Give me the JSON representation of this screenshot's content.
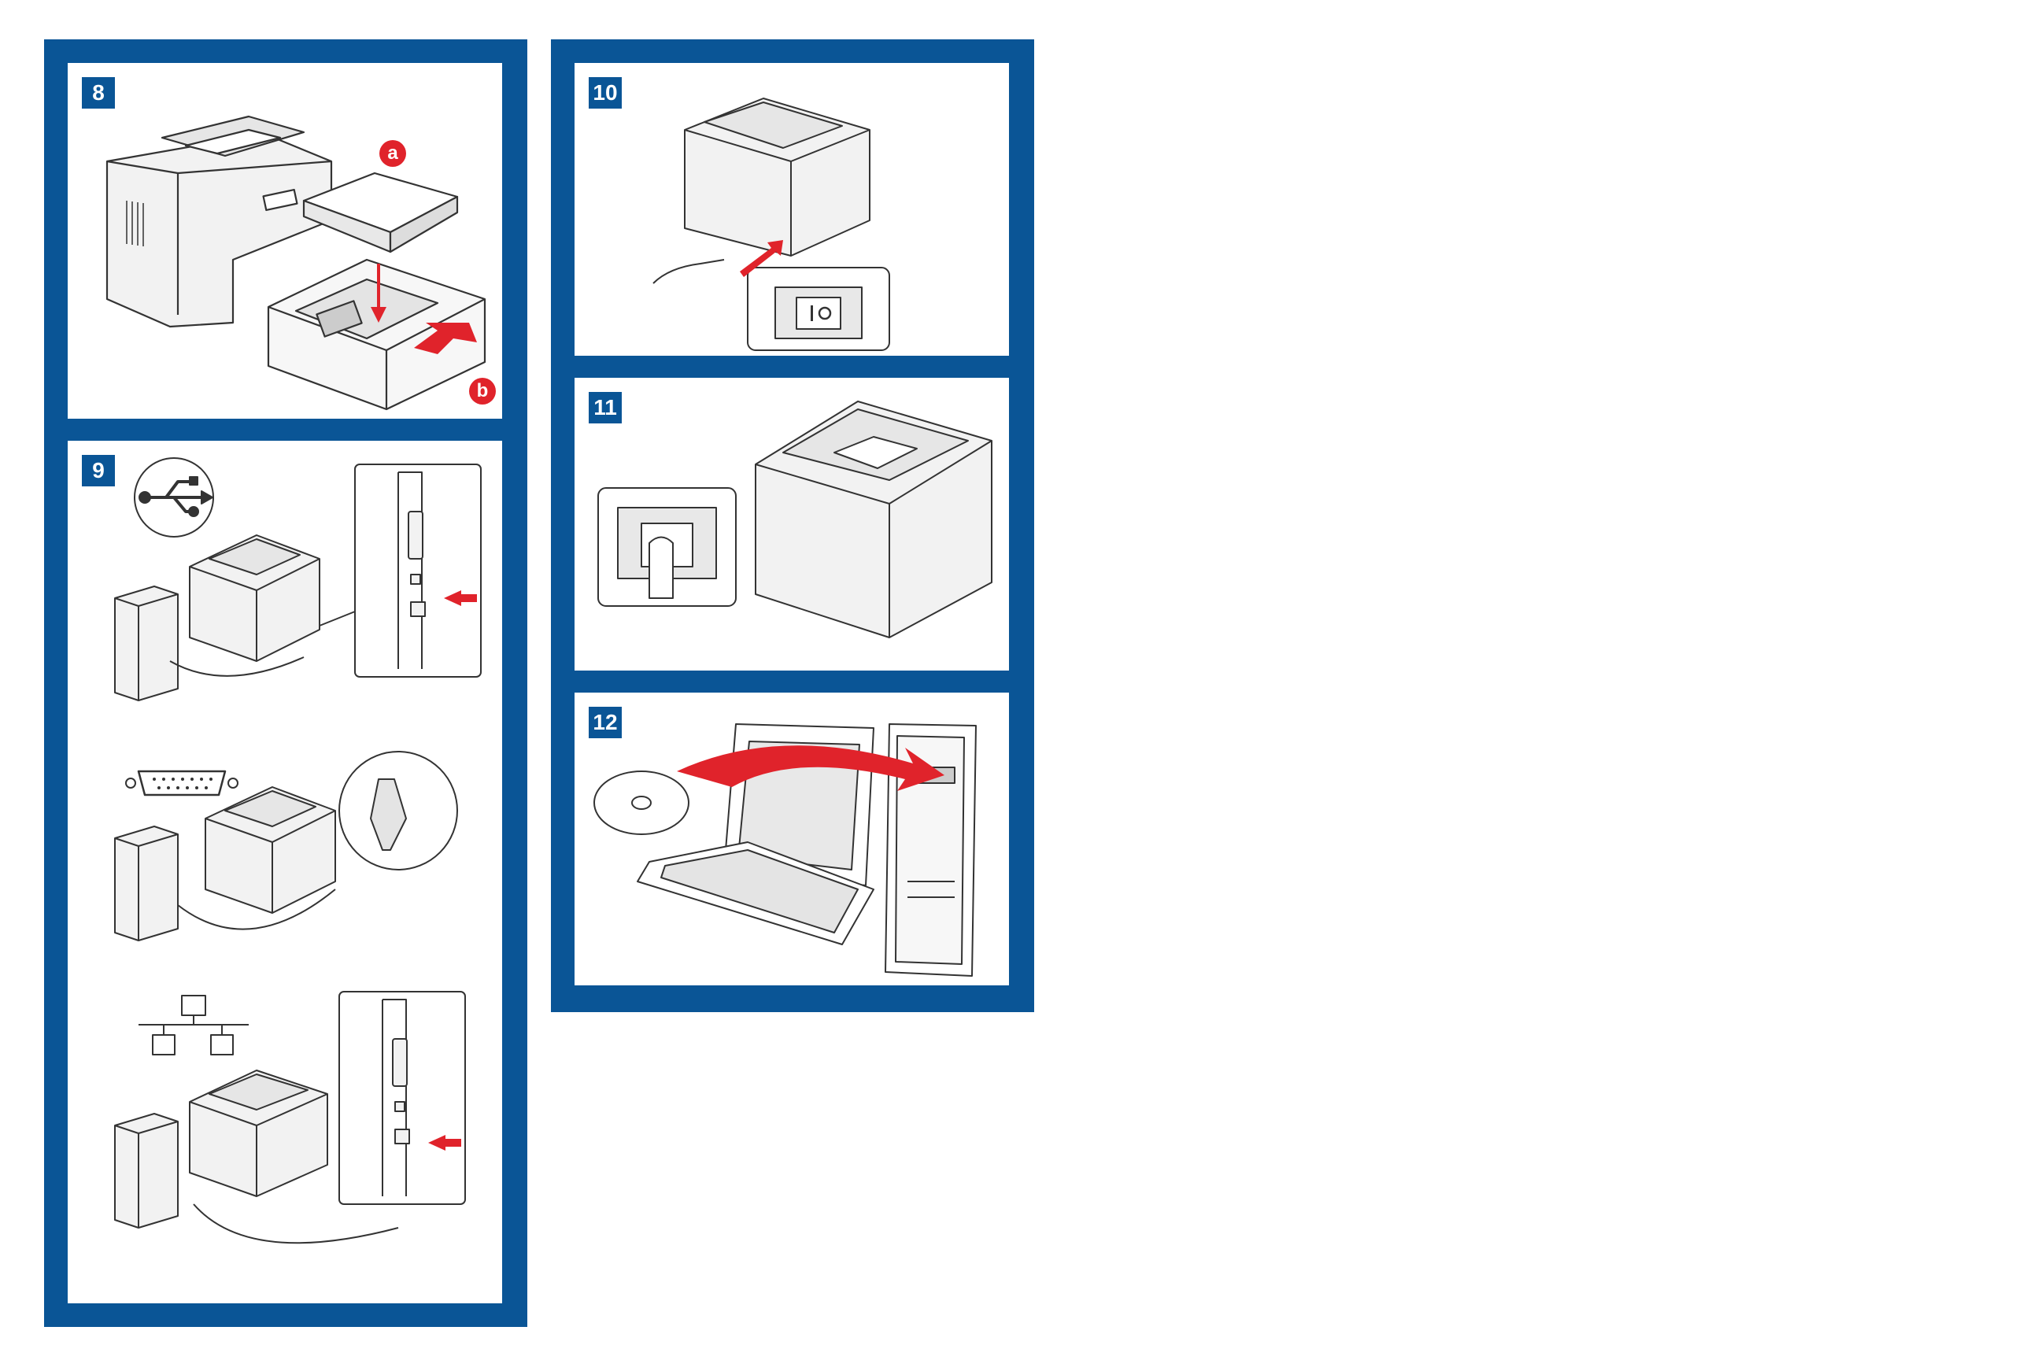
{
  "steps": {
    "s8": {
      "number": "8",
      "label_a": "a",
      "label_b": "b"
    },
    "s9": {
      "number": "9"
    },
    "s10": {
      "number": "10"
    },
    "s11": {
      "number": "11"
    },
    "s12": {
      "number": "12"
    }
  },
  "colors": {
    "frame": "#0a5596",
    "accent": "#e0232b",
    "line": "#333333",
    "fill": "#f2f2f2"
  },
  "icons": [
    "usb-icon",
    "parallel-port-icon",
    "network-icon",
    "cd-icon",
    "power-switch-icon"
  ]
}
